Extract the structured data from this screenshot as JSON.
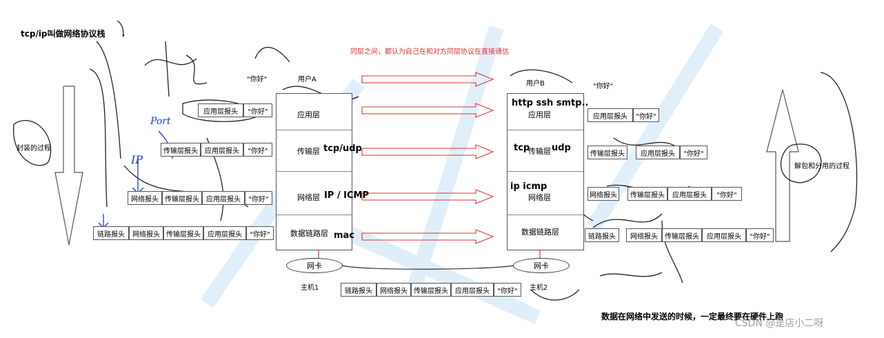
{
  "title": "tcp/ip叫做网络协议栈",
  "peer_note": "同层之间，都认为自己在和对方同层协议在直接通信",
  "bottom_note": "数据在网络中发送的时候，一定最终要在硬件上跑",
  "watermark": "CSDN @是店小二呀",
  "left_side_label": "封装的过程",
  "right_side_label": "解包和分用的过程",
  "user_a": "用户A",
  "user_b": "用户B",
  "hello_a": "\"你好\"",
  "hello_b": "\"你好\"",
  "handwriting": {
    "port": "Port",
    "ip": "IP"
  },
  "host_a": {
    "layers": [
      "应用层",
      "传输层",
      "网络层",
      "数据链路层"
    ],
    "protocols": [
      "tcp/udp",
      "IP / ICMP",
      "mac"
    ],
    "nic": "网卡",
    "host": "主机1"
  },
  "host_b": {
    "layers": [
      "应用层",
      "传输层",
      "网络层",
      "数据链路层"
    ],
    "protocols": [
      "http ssh smtp..",
      "tcp",
      "udp",
      "ip  icmp"
    ],
    "nic": "网卡",
    "host": "主机2"
  },
  "packet": {
    "app_header": "应用层报头",
    "transport_header": "传输层报头",
    "network_header": "网络报头",
    "link_header": "链路报头",
    "payload": "\"你好\""
  },
  "colors": {
    "red": "#e03030",
    "blue": "#2040c0",
    "box_border": "#555555"
  }
}
